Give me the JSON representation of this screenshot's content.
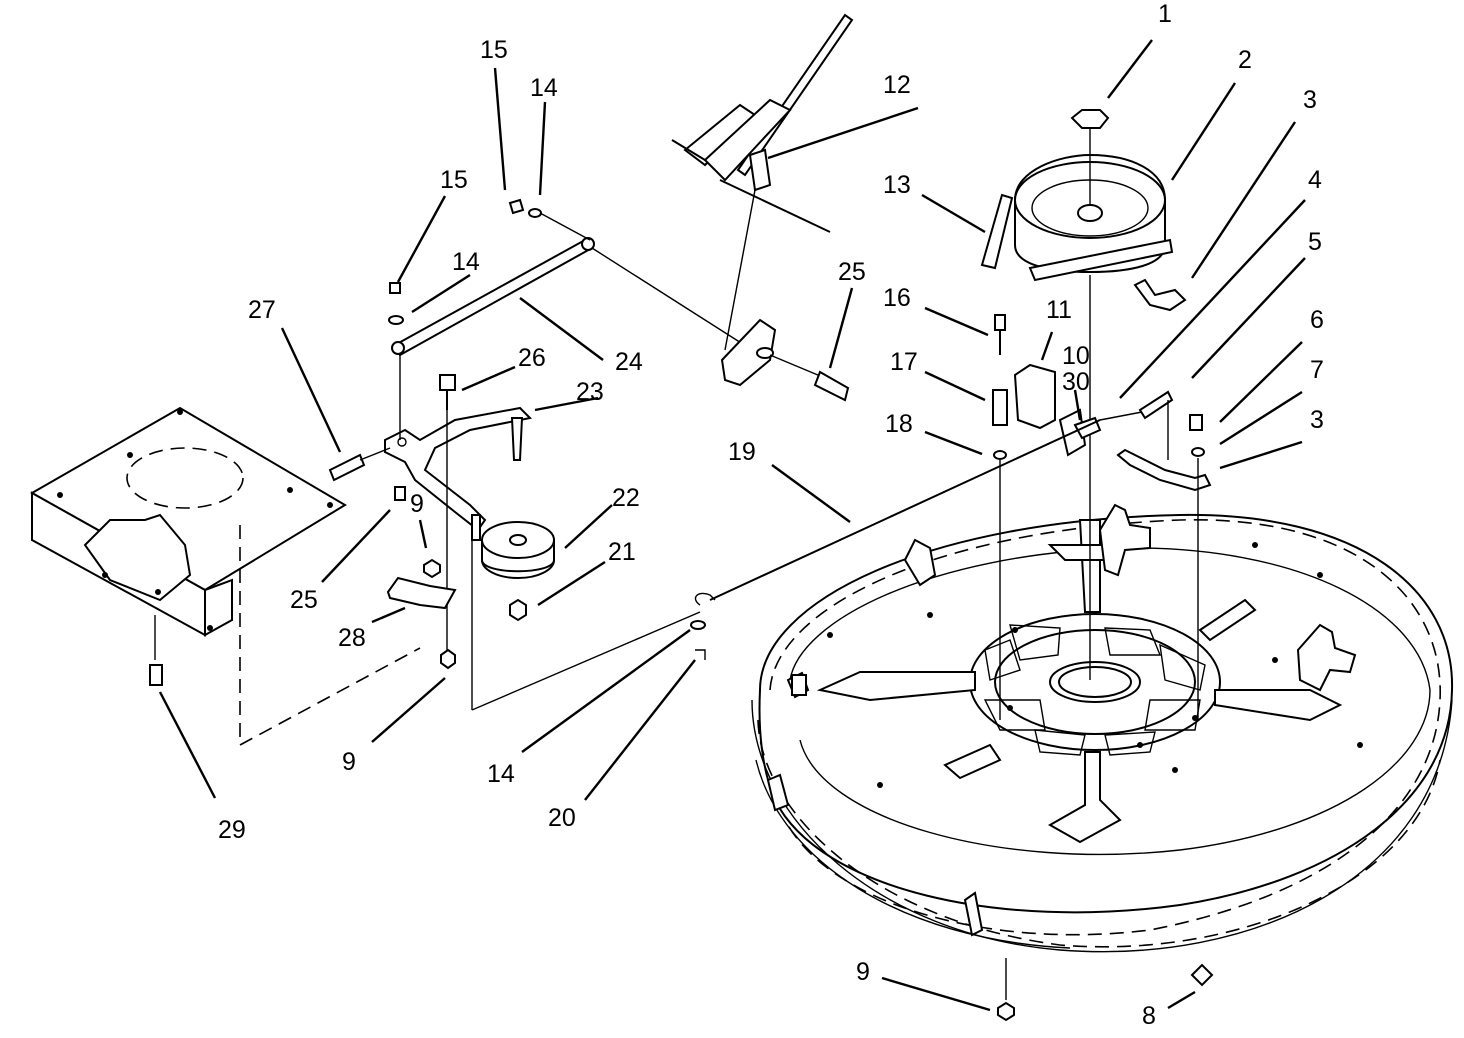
{
  "callouts": [
    {
      "id": "c1",
      "text": "1"
    },
    {
      "id": "c2",
      "text": "2"
    },
    {
      "id": "c3a",
      "text": "3"
    },
    {
      "id": "c3b",
      "text": "3"
    },
    {
      "id": "c4",
      "text": "4"
    },
    {
      "id": "c5",
      "text": "5"
    },
    {
      "id": "c6",
      "text": "6"
    },
    {
      "id": "c7",
      "text": "7"
    },
    {
      "id": "c8",
      "text": "8"
    },
    {
      "id": "c9a",
      "text": "9"
    },
    {
      "id": "c9b",
      "text": "9"
    },
    {
      "id": "c9c",
      "text": "9"
    },
    {
      "id": "c10",
      "text": "10"
    },
    {
      "id": "c11",
      "text": "11"
    },
    {
      "id": "c12",
      "text": "12"
    },
    {
      "id": "c13",
      "text": "13"
    },
    {
      "id": "c14a",
      "text": "14"
    },
    {
      "id": "c14b",
      "text": "14"
    },
    {
      "id": "c14c",
      "text": "14"
    },
    {
      "id": "c15a",
      "text": "15"
    },
    {
      "id": "c15b",
      "text": "15"
    },
    {
      "id": "c16",
      "text": "16"
    },
    {
      "id": "c17",
      "text": "17"
    },
    {
      "id": "c18",
      "text": "18"
    },
    {
      "id": "c19",
      "text": "19"
    },
    {
      "id": "c20",
      "text": "20"
    },
    {
      "id": "c21",
      "text": "21"
    },
    {
      "id": "c22",
      "text": "22"
    },
    {
      "id": "c23",
      "text": "23"
    },
    {
      "id": "c24",
      "text": "24"
    },
    {
      "id": "c25a",
      "text": "25"
    },
    {
      "id": "c25b",
      "text": "25"
    },
    {
      "id": "c26",
      "text": "26"
    },
    {
      "id": "c27",
      "text": "27"
    },
    {
      "id": "c28",
      "text": "28"
    },
    {
      "id": "c29",
      "text": "29"
    },
    {
      "id": "c30",
      "text": "30"
    }
  ]
}
